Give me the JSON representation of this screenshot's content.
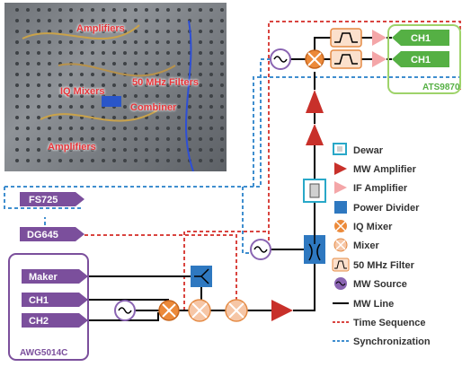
{
  "photo_labels": {
    "amplifiers_top": "Amplifiers",
    "iq_mixers": "IQ Mixers",
    "filters": "50 MHz Filters",
    "combiner": "Combiner",
    "amplifiers_bottom": "Amplifiers"
  },
  "instruments": {
    "fs725": "FS725",
    "dg645": "DG645",
    "maker": "Maker",
    "ch1": "CH1",
    "ch2": "CH2",
    "awg_label": "AWG5014C",
    "digitizer_ch1_a": "CH1",
    "digitizer_ch1_b": "CH1",
    "digitizer_label": "ATS9870"
  },
  "legend": {
    "dewar": "Dewar",
    "mw_amplifier": "MW Amplifier",
    "if_amplifier": "IF Amplifier",
    "power_divider": "Power Divider",
    "iq_mixer": "IQ Mixer",
    "mixer": "Mixer",
    "filter": "50 MHz Filter",
    "mw_source": "MW Source",
    "mw_line": "MW Line",
    "time_sequence": "Time Sequence",
    "synchronization": "Synchronization"
  },
  "colors": {
    "instrument_purple": "#7b4f9c",
    "awg_border": "#7b4f9c",
    "digitizer_green": "#55b044",
    "digitizer_border": "#9ed36a",
    "mw_amp_red": "#c8302a",
    "if_amp_pink": "#f4a6a8",
    "power_divider_blue": "#2e78c0",
    "iq_mixer_orange": "#ec8a3a",
    "mixer_light": "#f6c6a6",
    "filter_fill": "#fbe0cc",
    "dewar_cyan": "#29a8c8",
    "mw_source_purple": "#8a64b2",
    "time_sequence_red": "#d9443f",
    "sync_blue": "#3f8ecf",
    "mw_line_black": "#000000"
  }
}
